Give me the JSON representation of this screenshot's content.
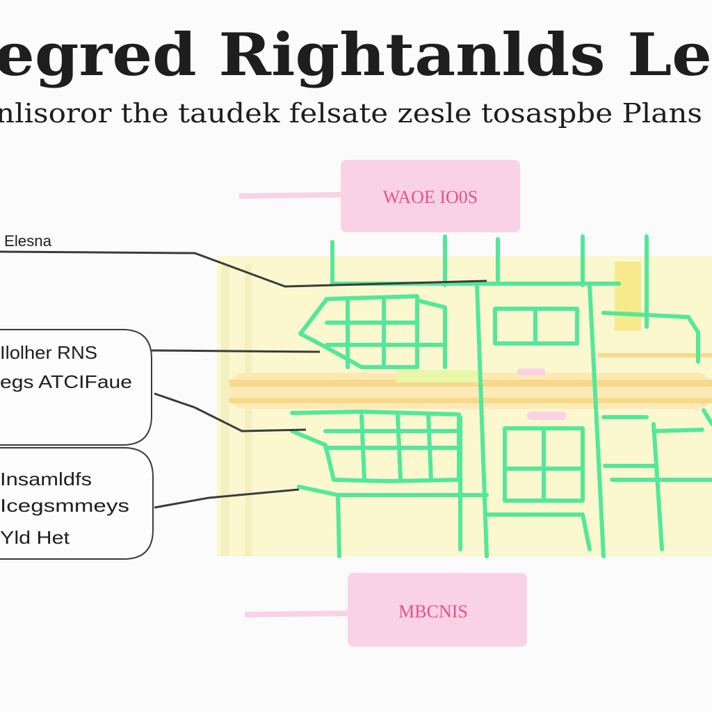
{
  "header": {
    "title": "egred Rightanlds Le",
    "subtitle": "nlisoror the taudek felsate zesle tosaspbe Plans"
  },
  "labels": {
    "top_box": "WAOE IO0S",
    "bottom_box": "MBCNIS"
  },
  "callouts": {
    "callout_1": "Elesna",
    "callout_2_line_1": "Ilolher RNS",
    "callout_2_line_2": "egs ATCIFaue",
    "callout_3_line_1": "Insamldfs",
    "callout_3_line_2": "Icegsmmeys",
    "callout_3_line_3": "Yld Het"
  },
  "colors": {
    "grid_green": "#52e89a",
    "map_yellow": "#fbf7cf",
    "road_orange": "#f7d98b",
    "box_pink": "#f9d2e6",
    "text_pink": "#ea4f86",
    "leader_gray": "#3b3b3b"
  }
}
